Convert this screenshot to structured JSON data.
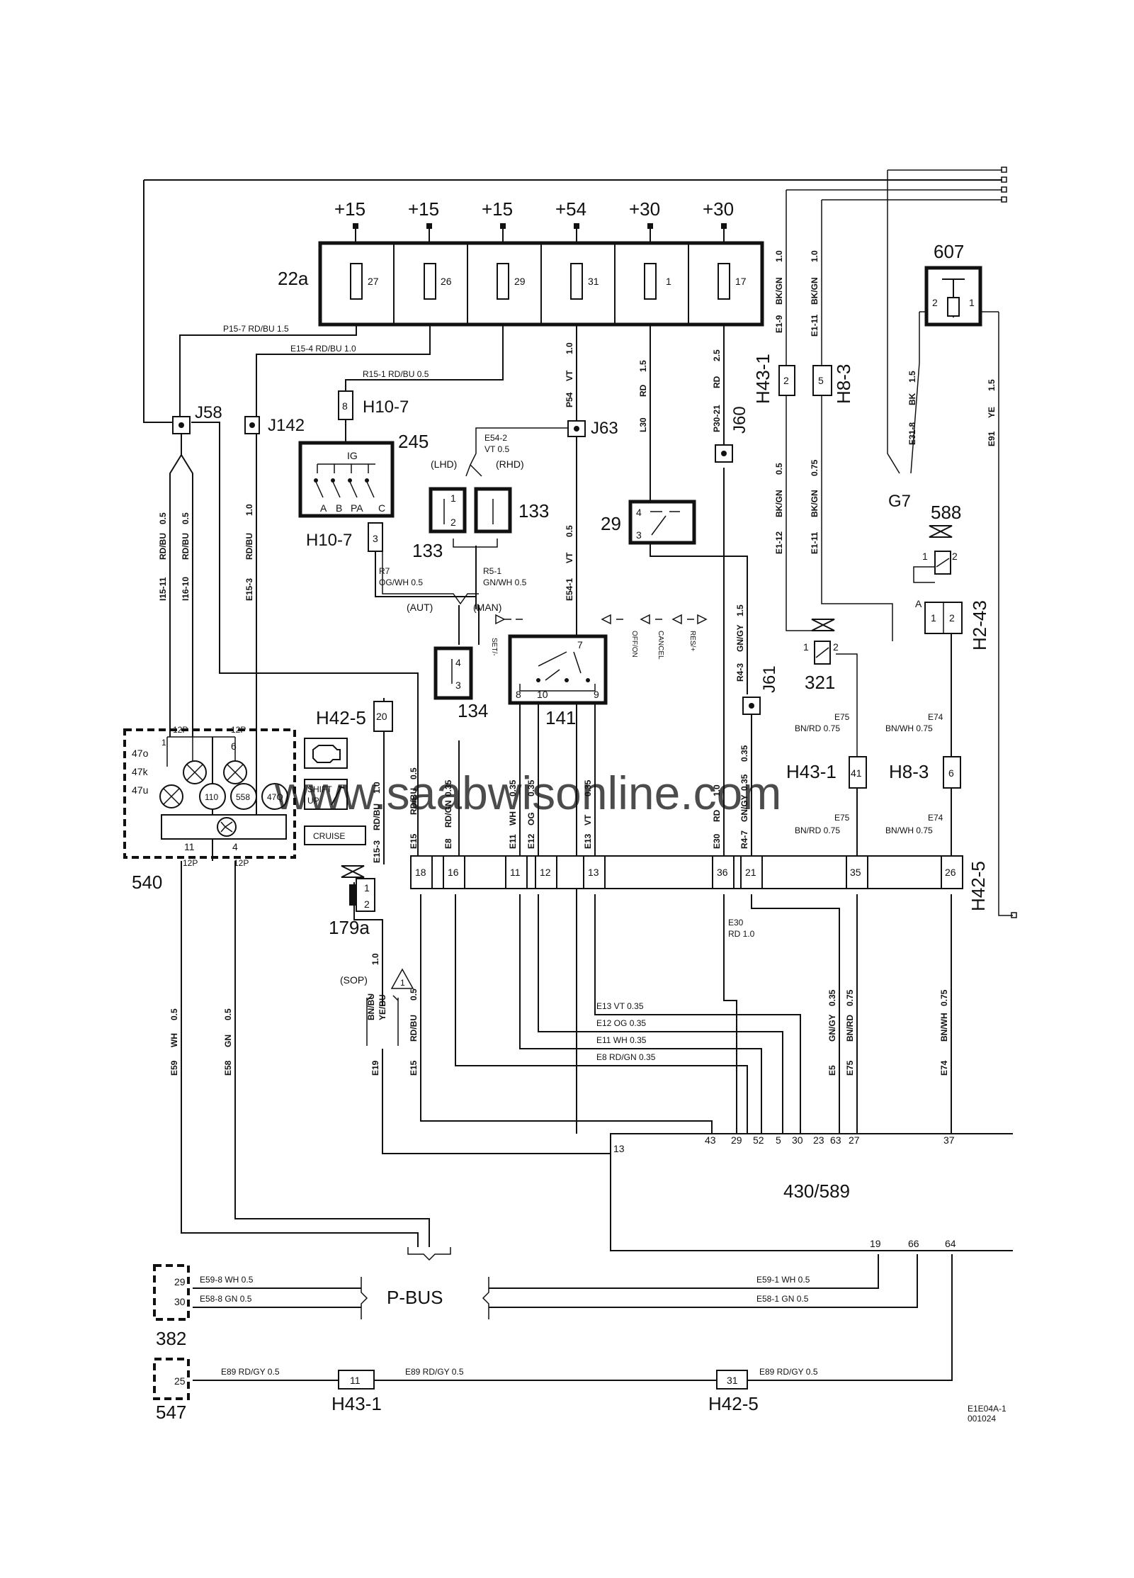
{
  "supplies": [
    "+15",
    "+15",
    "+15",
    "+54",
    "+30",
    "+30"
  ],
  "fuses": [
    "27",
    "26",
    "29",
    "31",
    "1",
    "17"
  ],
  "components": {
    "fusebox": "22a",
    "c245": "245",
    "c133a": "133",
    "c133b": "133",
    "c29": "29",
    "c141": "141",
    "c134": "134",
    "c540": "540",
    "c179a": "179a",
    "c321": "321",
    "c588": "588",
    "c607": "607",
    "ecu": "430/589",
    "c382": "382",
    "c547": "547"
  },
  "junctions": {
    "j58": "J58",
    "j142": "J142",
    "j63": "J63",
    "j60": "J60",
    "j61": "J61",
    "g7": "G7"
  },
  "connectors": {
    "h10_7a": "H10-7",
    "h10_7b": "H10-7",
    "h43_1a": "H43-1",
    "h8_3a": "H8-3",
    "h2_43": "H2-43",
    "h42_5a": "H42-5",
    "h43_1b": "H43-1",
    "h8_3b": "H8-3",
    "h42_5b": "H42-5",
    "h43_1c": "H43-1",
    "h42_5c": "H42-5"
  },
  "wires": {
    "p15_7": "P15-7   RD/BU    1.5",
    "e15_4": "E15-4   RD/BU    1.0",
    "r15_1": "R15-1   RD/BU    0.5",
    "e54_2": "E54-2",
    "e54_2b": "VT      0.5",
    "r7": "R7",
    "r7b": "OG/WH     0.5",
    "r5_1": "R5-1",
    "r5_1b": "GN/WH     0.5",
    "e75a": "E75",
    "e75ab": "BN/RD  0.75",
    "e74a": "E74",
    "e74ab": "BN/WH  0.75",
    "e75b": "E75",
    "e75bb": "BN/RD  0.75",
    "e74b": "E74",
    "e74bb": "BN/WH  0.75",
    "e30a": "E30",
    "e30b": "RD     1.0",
    "e13": "E13    VT     0.35",
    "e12": "E12    OG     0.35",
    "e11": "E11    WH     0.35",
    "e8": "E8     RD/GN   0.35",
    "e59_8": "E59-8   WH    0.5",
    "e58_8": "E58-8   GN    0.5",
    "e59_1": "E59-1          WH      0.5",
    "e58_1": "E58-1          GN      0.5",
    "e89a": "E89     RD/GY     0.5",
    "e89b": "E89        RD/GY       0.5",
    "e89c": "E89      RD/GY      0.5"
  },
  "vwires": {
    "v1": "1.0",
    "v1b": "VT",
    "v1c": "P54",
    "v2": "1.5",
    "v2b": "RD",
    "v2c": "L30",
    "v3": "2.5",
    "v3b": "RD",
    "v3c": "P30-21",
    "v4": "1.0",
    "v4b": "BK/GN",
    "v4c": "E1-9",
    "v5": "1.0",
    "v5b": "BK/GN",
    "v5c": "E1-11",
    "v6": "0.5",
    "v6b": "BK/GN",
    "v6c": "E1-12",
    "v7": "0.75",
    "v7b": "BK/GN",
    "v7c": "E1-11",
    "v8": "1.5",
    "v8b": "BK",
    "v8c": "E31-8",
    "v9": "1.5",
    "v9b": "YE",
    "v9c": "E91",
    "v10": "0.5",
    "v10b": "RD/BU",
    "v10c": "I15-11",
    "v11": "0.5",
    "v11b": "RD/BU",
    "v11c": "I16-10",
    "v12": "1.0",
    "v12b": "RD/BU",
    "v12c": "E15-3",
    "v13": "0.5",
    "v13b": "VT",
    "v13c": "E54-1",
    "v14": "1.5",
    "v14b": "GN/GY",
    "v15": "0.35",
    "v15b": "GN/GY",
    "v15c": "R4-3",
    "v16": "1.0",
    "v16b": "RD/BU",
    "v16c": "E15-3",
    "v17": "0.5",
    "v17b": "RD/BU",
    "v17c": "E15",
    "v18": "0.35",
    "v18b": "RD/GN",
    "v18c": "E8",
    "v19": "0.35",
    "v19b": "WH",
    "v19c": "E11",
    "v20": "0.35",
    "v20b": "OG",
    "v20c": "E12",
    "v21": "0.35",
    "v21b": "VT",
    "v21c": "E13",
    "v22": "1.0",
    "v22b": "RD",
    "v22c": "E30",
    "v23": "0.35",
    "v23b": "GN/GY",
    "v23c": "R4-7",
    "v24": "0.5",
    "v24b": "WH",
    "v24c": "E59",
    "v25": "0.5",
    "v25b": "GN",
    "v25c": "E58",
    "v26": "1.0",
    "v26b": "BN/BU",
    "v26c": "YE/BU",
    "v26d": "E19",
    "v27": "0.5",
    "v27b": "RD/BU",
    "v27c": "E15",
    "v28": "0.35",
    "v28b": "GN/GY",
    "v28c": "E5",
    "v29": "0.75",
    "v29b": "BN/RD",
    "v29c": "E75",
    "v30": "0.75",
    "v30b": "BN/WH",
    "v30c": "E74"
  },
  "pins": {
    "h10_7a": "8",
    "h10_7b": "3",
    "c29a": "4",
    "c29b": "3",
    "h43_1": "2",
    "h8_3": "5",
    "c607a": "2",
    "c607b": "1",
    "c588a": "1",
    "c588b": "2",
    "h2_43a": "1",
    "h2_43b": "2",
    "h2_43c": "A",
    "c321a": "1",
    "c321b": "2",
    "c133a1": "1",
    "c133a2": "2",
    "c134a": "4",
    "c134b": "3",
    "c141a": "7",
    "c141b": "8",
    "c141c": "10",
    "c141d": "9",
    "h42_5": "20",
    "h43_1b": "41",
    "h8_3b": "6",
    "c179a1": "1",
    "c179a2": "2",
    "c382a": "29",
    "c382b": "30",
    "c547": "25",
    "h43_1c": "11",
    "h42_5c": "31",
    "c540a": "1",
    "c540b": "6",
    "c540c": "11",
    "c540d": "4",
    "c540e": "12P",
    "c540f": "12P",
    "c540g": "12P",
    "c540h": "12P",
    "ecu13": "13",
    "ecu19": "19",
    "ecu66": "66",
    "ecu64": "64"
  },
  "h42_5_pins": [
    "18",
    "16",
    "11",
    "12",
    "13",
    "36",
    "21",
    "35",
    "26"
  ],
  "ecu_pins": [
    "43",
    "29",
    "52",
    "5",
    "30",
    "23",
    "63",
    "27",
    "37"
  ],
  "labels": {
    "ig": "IG",
    "a": "A",
    "b": "B",
    "pa": "PA",
    "c": "C",
    "lhd": "(LHD)",
    "rhd": "(RHD)",
    "aut": "(AUT)",
    "man": "(MAN)",
    "sop": "(SOP)",
    "tri": "1",
    "shift": "SHIFT",
    "up": "UP",
    "cruise": "CRUISE",
    "g110": "110",
    "g558": "558",
    "g47q": "47Q",
    "l47o": "47o",
    "l47k": "47k",
    "l47u": "47u",
    "pbus": "P-BUS",
    "sw_off": "OFF/ON",
    "sw_cancel": "CANCEL",
    "sw_res": "RES/+",
    "sw_set": "SET/-",
    "watermark": "www.saabwisonline.com",
    "code1": "E1E04A-1",
    "code2": "001024"
  }
}
